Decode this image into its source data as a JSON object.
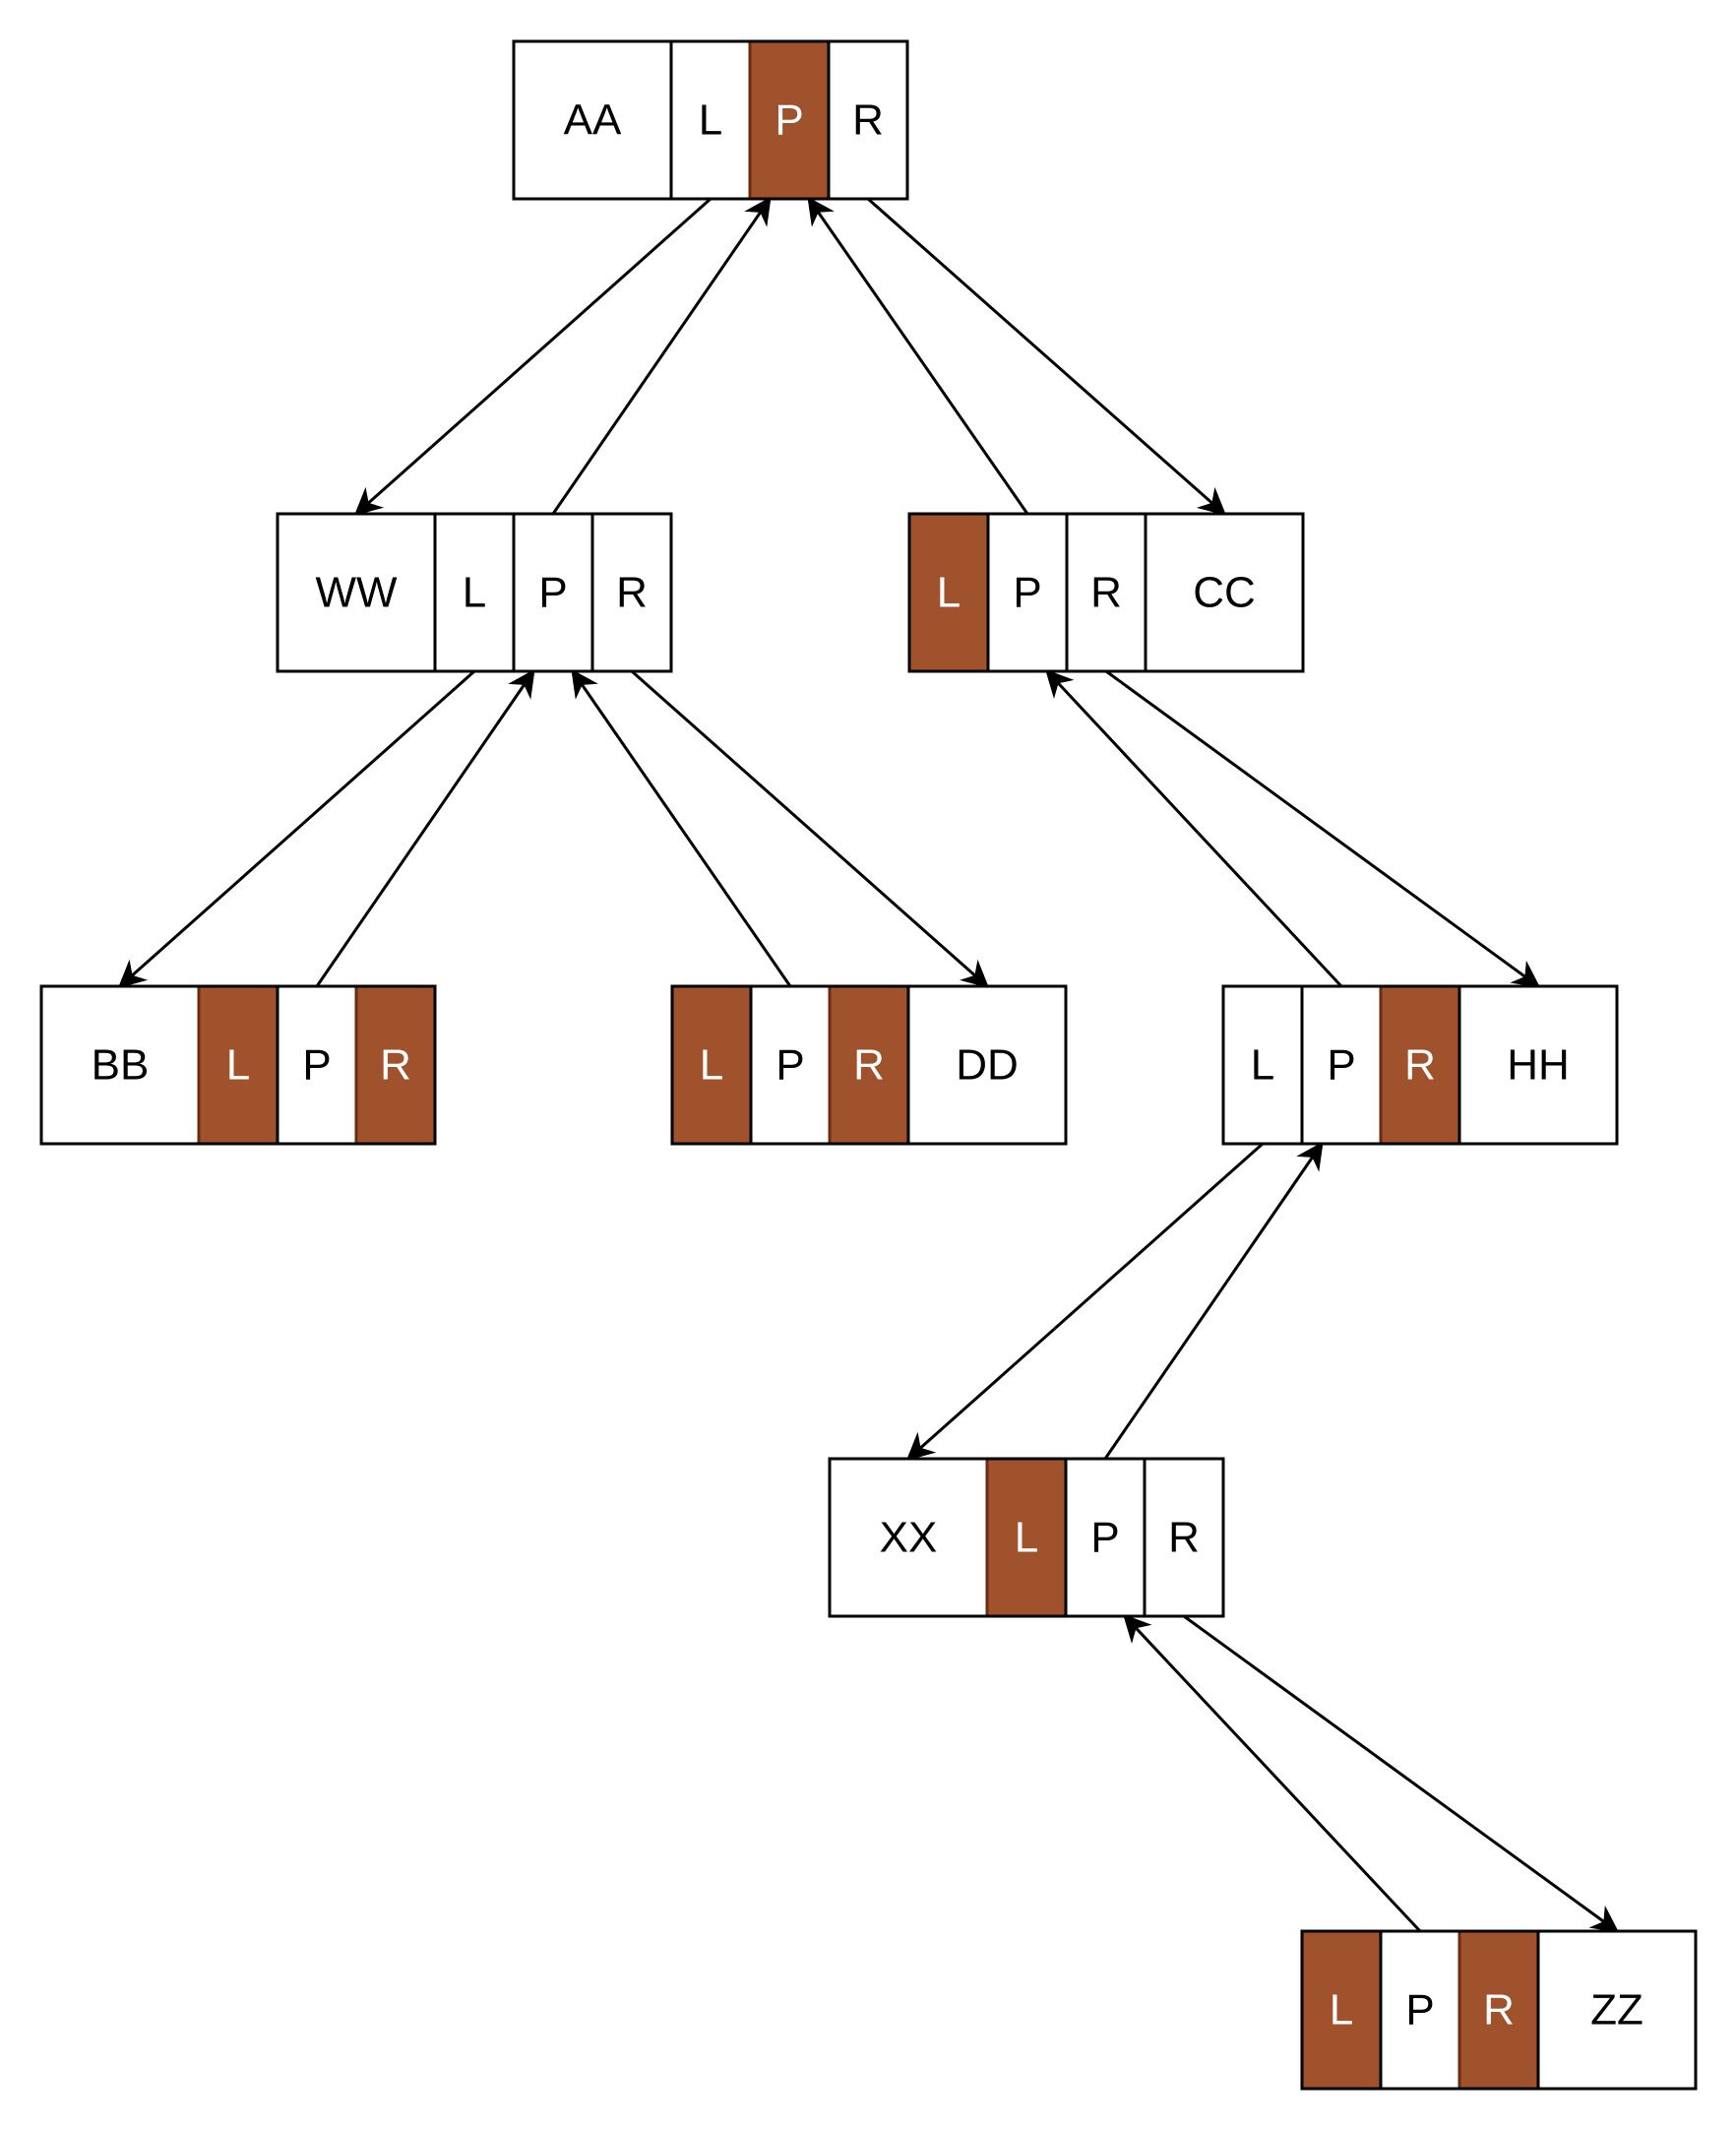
{
  "colors": {
    "filled": "#a0522d",
    "filled_border": "#6b2a12",
    "empty": "#ffffff",
    "border": "#000000",
    "text_dark": "#000000",
    "text_light": "#ffffff",
    "edge": "#000000"
  },
  "nodes": [
    {
      "id": "AA",
      "cells": [
        {
          "text": "AA",
          "kind": "name",
          "filled": false
        },
        {
          "text": "L",
          "kind": "field",
          "filled": false
        },
        {
          "text": "P",
          "kind": "field",
          "filled": true
        },
        {
          "text": "R",
          "kind": "field",
          "filled": false
        }
      ]
    },
    {
      "id": "WW",
      "cells": [
        {
          "text": "WW",
          "kind": "name",
          "filled": false
        },
        {
          "text": "L",
          "kind": "field",
          "filled": false
        },
        {
          "text": "P",
          "kind": "field",
          "filled": false
        },
        {
          "text": "R",
          "kind": "field",
          "filled": false
        }
      ]
    },
    {
      "id": "CC",
      "cells": [
        {
          "text": "L",
          "kind": "field",
          "filled": true
        },
        {
          "text": "P",
          "kind": "field",
          "filled": false
        },
        {
          "text": "R",
          "kind": "field",
          "filled": false
        },
        {
          "text": "CC",
          "kind": "name",
          "filled": false
        }
      ]
    },
    {
      "id": "BB",
      "cells": [
        {
          "text": "BB",
          "kind": "name",
          "filled": false
        },
        {
          "text": "L",
          "kind": "field",
          "filled": true
        },
        {
          "text": "P",
          "kind": "field",
          "filled": false
        },
        {
          "text": "R",
          "kind": "field",
          "filled": true
        }
      ]
    },
    {
      "id": "DD",
      "cells": [
        {
          "text": "L",
          "kind": "field",
          "filled": true
        },
        {
          "text": "P",
          "kind": "field",
          "filled": false
        },
        {
          "text": "R",
          "kind": "field",
          "filled": true
        },
        {
          "text": "DD",
          "kind": "name",
          "filled": false
        }
      ]
    },
    {
      "id": "HH",
      "cells": [
        {
          "text": "L",
          "kind": "field",
          "filled": false
        },
        {
          "text": "P",
          "kind": "field",
          "filled": false
        },
        {
          "text": "R",
          "kind": "field",
          "filled": true
        },
        {
          "text": "HH",
          "kind": "name",
          "filled": false
        }
      ]
    },
    {
      "id": "XX",
      "cells": [
        {
          "text": "XX",
          "kind": "name",
          "filled": false
        },
        {
          "text": "L",
          "kind": "field",
          "filled": true
        },
        {
          "text": "P",
          "kind": "field",
          "filled": false
        },
        {
          "text": "R",
          "kind": "field",
          "filled": false
        }
      ]
    },
    {
      "id": "ZZ",
      "cells": [
        {
          "text": "L",
          "kind": "field",
          "filled": true
        },
        {
          "text": "P",
          "kind": "field",
          "filled": false
        },
        {
          "text": "R",
          "kind": "field",
          "filled": true
        },
        {
          "text": "ZZ",
          "kind": "name",
          "filled": false
        }
      ]
    }
  ],
  "edges": [
    {
      "from": "AA",
      "from_field": "L",
      "to": "WW",
      "to_field": "name",
      "kind": "child"
    },
    {
      "from": "WW",
      "from_field": "P",
      "to": "AA",
      "to_field": "P",
      "kind": "parent"
    },
    {
      "from": "AA",
      "from_field": "R",
      "to": "CC",
      "to_field": "name",
      "kind": "child"
    },
    {
      "from": "CC",
      "from_field": "P",
      "to": "AA",
      "to_field": "P",
      "kind": "parent"
    },
    {
      "from": "WW",
      "from_field": "L",
      "to": "BB",
      "to_field": "name",
      "kind": "child"
    },
    {
      "from": "BB",
      "from_field": "P",
      "to": "WW",
      "to_field": "P",
      "kind": "parent"
    },
    {
      "from": "WW",
      "from_field": "R",
      "to": "DD",
      "to_field": "name",
      "kind": "child"
    },
    {
      "from": "DD",
      "from_field": "P",
      "to": "WW",
      "to_field": "P",
      "kind": "parent"
    },
    {
      "from": "CC",
      "from_field": "R",
      "to": "HH",
      "to_field": "name",
      "kind": "child"
    },
    {
      "from": "HH",
      "from_field": "P",
      "to": "CC",
      "to_field": "P",
      "kind": "parent"
    },
    {
      "from": "HH",
      "from_field": "L",
      "to": "XX",
      "to_field": "name",
      "kind": "child"
    },
    {
      "from": "XX",
      "from_field": "P",
      "to": "HH",
      "to_field": "P",
      "kind": "parent"
    },
    {
      "from": "XX",
      "from_field": "R",
      "to": "ZZ",
      "to_field": "name",
      "kind": "child"
    },
    {
      "from": "ZZ",
      "from_field": "P",
      "to": "XX",
      "to_field": "P",
      "kind": "parent"
    }
  ]
}
